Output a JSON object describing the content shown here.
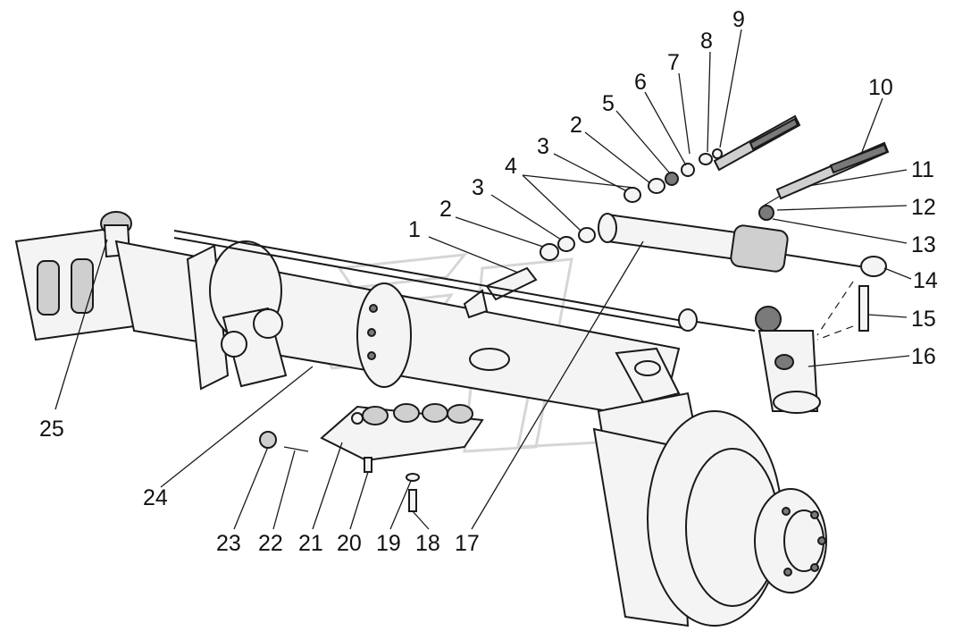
{
  "diagram": {
    "callouts": [
      {
        "id": "c25",
        "label": "25"
      },
      {
        "id": "c24",
        "label": "24"
      },
      {
        "id": "c23",
        "label": "23"
      },
      {
        "id": "c22",
        "label": "22"
      },
      {
        "id": "c21",
        "label": "21"
      },
      {
        "id": "c20",
        "label": "20"
      },
      {
        "id": "c19",
        "label": "19"
      },
      {
        "id": "c18",
        "label": "18"
      },
      {
        "id": "c17",
        "label": "17"
      },
      {
        "id": "c1",
        "label": "1"
      },
      {
        "id": "c2a",
        "label": "2"
      },
      {
        "id": "c3a",
        "label": "3"
      },
      {
        "id": "c4a",
        "label": "4"
      },
      {
        "id": "c3b",
        "label": "3"
      },
      {
        "id": "c2b",
        "label": "2"
      },
      {
        "id": "c5",
        "label": "5"
      },
      {
        "id": "c6",
        "label": "6"
      },
      {
        "id": "c7",
        "label": "7"
      },
      {
        "id": "c8",
        "label": "8"
      },
      {
        "id": "c9",
        "label": "9"
      },
      {
        "id": "c10",
        "label": "10"
      },
      {
        "id": "c11",
        "label": "11"
      },
      {
        "id": "c12",
        "label": "12"
      },
      {
        "id": "c13",
        "label": "13"
      },
      {
        "id": "c14",
        "label": "14"
      },
      {
        "id": "c15",
        "label": "15"
      },
      {
        "id": "c16",
        "label": "16"
      }
    ]
  },
  "colors": {
    "line": "#1a1a1a",
    "shade": "#7a7a7a",
    "background": "#ffffff"
  }
}
